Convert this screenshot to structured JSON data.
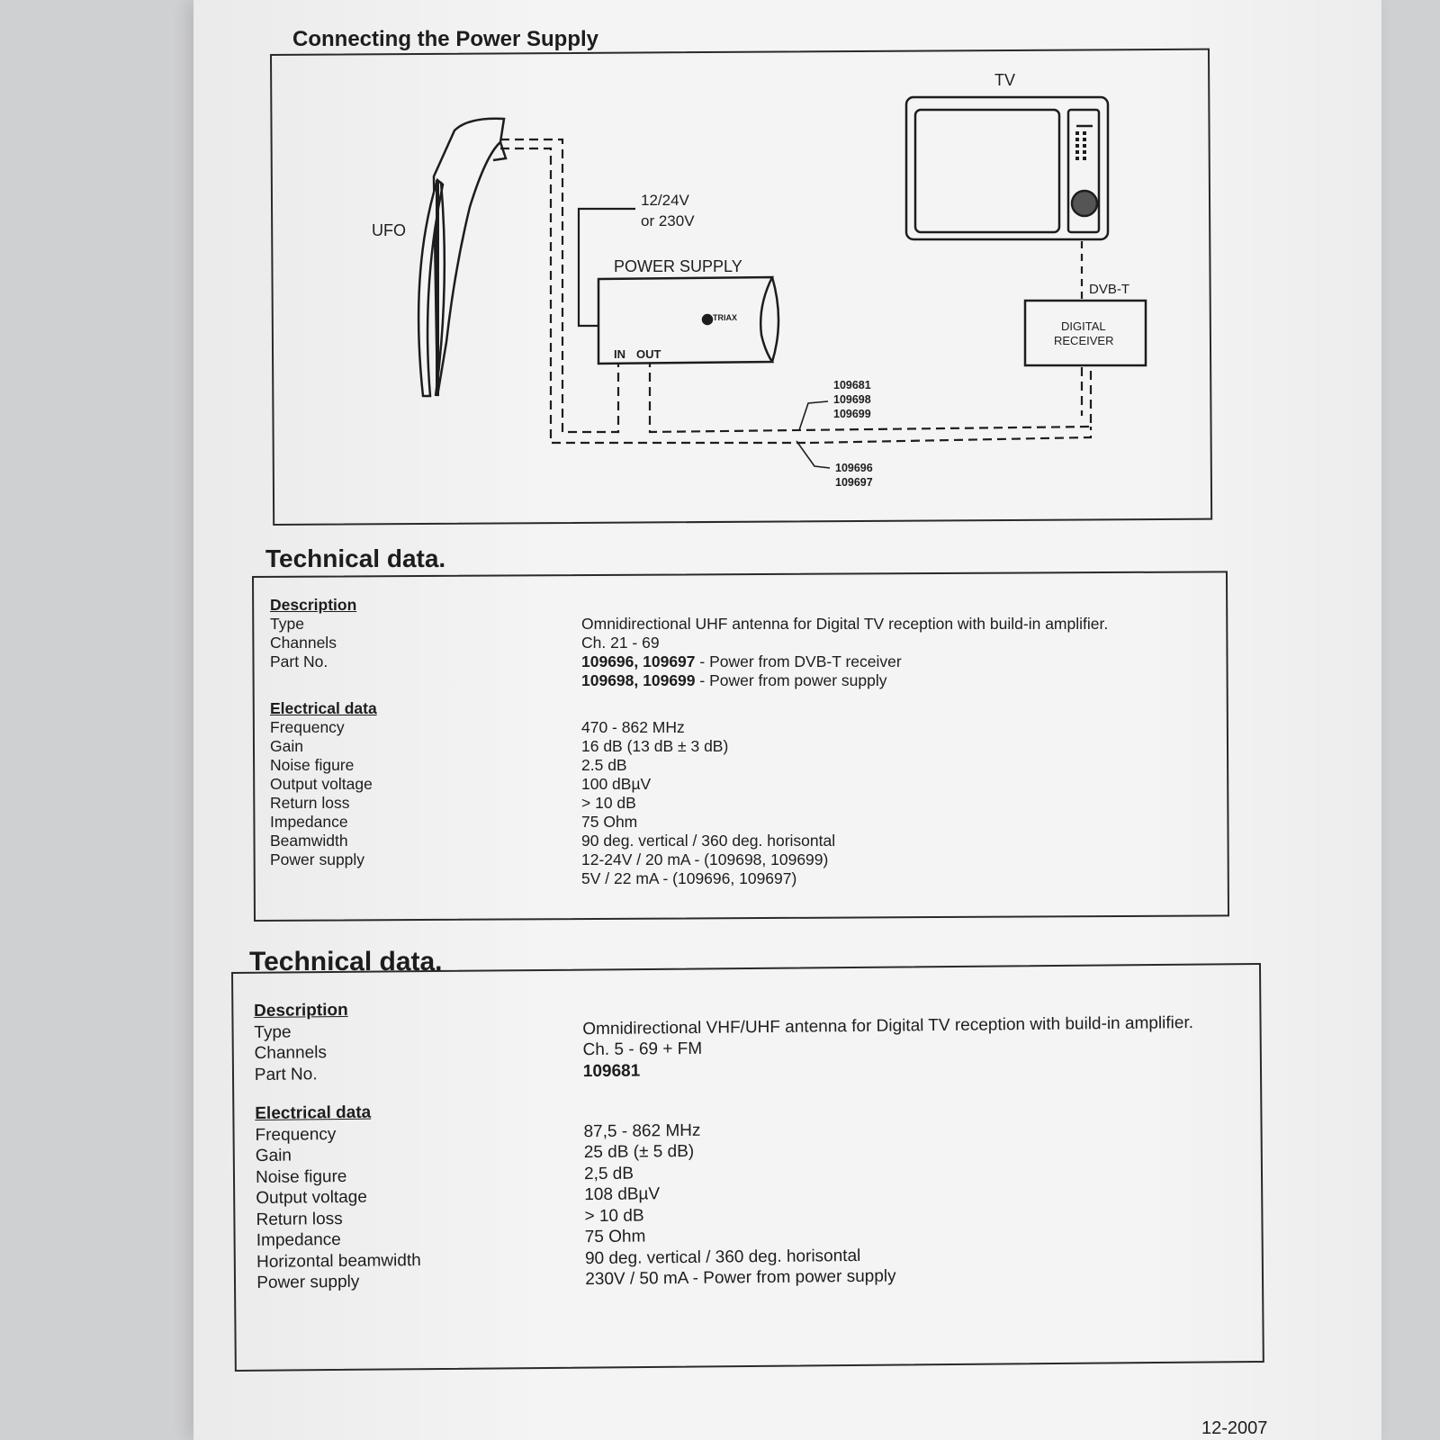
{
  "diagram": {
    "title": "Connecting the Power Supply",
    "labels": {
      "tv": "TV",
      "ufo": "UFO",
      "voltage_line1": "12/24V",
      "voltage_line2": "or 230V",
      "power_supply": "POWER SUPPLY",
      "in": "IN",
      "out": "OUT",
      "brand": "TRIAX",
      "dvbt": "DVB-T",
      "receiver_line1": "DIGITAL",
      "receiver_line2": "RECEIVER",
      "parts_a": [
        "109681",
        "109698",
        "109699"
      ],
      "parts_b": [
        "109696",
        "109697"
      ]
    }
  },
  "tech1": {
    "title": "Technical data.",
    "description_heading": "Description",
    "electrical_heading": "Electrical data",
    "description": [
      {
        "label": "Type",
        "value": "Omnidirectional UHF antenna for Digital TV reception with build-in amplifier."
      },
      {
        "label": "Channels",
        "value": "Ch. 21 - 69"
      },
      {
        "label": "Part No.",
        "value_bold": "109696, 109697",
        "value": " - Power from DVB-T receiver"
      },
      {
        "label": "",
        "value_bold": "109698, 109699",
        "value": " - Power from power supply"
      }
    ],
    "electrical": [
      {
        "label": "Frequency",
        "value": "470 - 862 MHz"
      },
      {
        "label": "Gain",
        "value": "16 dB (13 dB ± 3 dB)"
      },
      {
        "label": "Noise figure",
        "value": "2.5 dB"
      },
      {
        "label": "Output voltage",
        "value": "100 dBµV"
      },
      {
        "label": "Return loss",
        "value": "> 10 dB"
      },
      {
        "label": "Impedance",
        "value": "75 Ohm"
      },
      {
        "label": "Beamwidth",
        "value": "90 deg. vertical / 360 deg. horisontal"
      },
      {
        "label": "Power supply",
        "value": "12-24V / 20 mA  - (109698, 109699)"
      },
      {
        "label": "",
        "value": "5V / 22 mA  - (109696, 109697)"
      }
    ]
  },
  "tech2": {
    "title": "Technical data.",
    "description_heading": "Description",
    "electrical_heading": "Electrical data",
    "description": [
      {
        "label": "Type",
        "value": "Omnidirectional VHF/UHF antenna for Digital TV reception with build-in amplifier."
      },
      {
        "label": "Channels",
        "value": "Ch. 5 - 69 + FM"
      },
      {
        "label": "Part No.",
        "value_bold": "109681",
        "value": ""
      }
    ],
    "electrical": [
      {
        "label": "Frequency",
        "value": "87,5 - 862 MHz"
      },
      {
        "label": "Gain",
        "value": "25 dB (± 5 dB)"
      },
      {
        "label": "Noise figure",
        "value": "2,5 dB"
      },
      {
        "label": "Output voltage",
        "value": "108 dBµV"
      },
      {
        "label": "Return loss",
        "value": "> 10 dB"
      },
      {
        "label": "Impedance",
        "value": "75 Ohm"
      },
      {
        "label": "Horizontal beamwidth",
        "value": "90 deg. vertical / 360 deg. horisontal"
      },
      {
        "label": "Power supply",
        "value": "230V / 50 mA  - Power from power supply"
      }
    ]
  },
  "footer": {
    "date": "12-2007"
  }
}
